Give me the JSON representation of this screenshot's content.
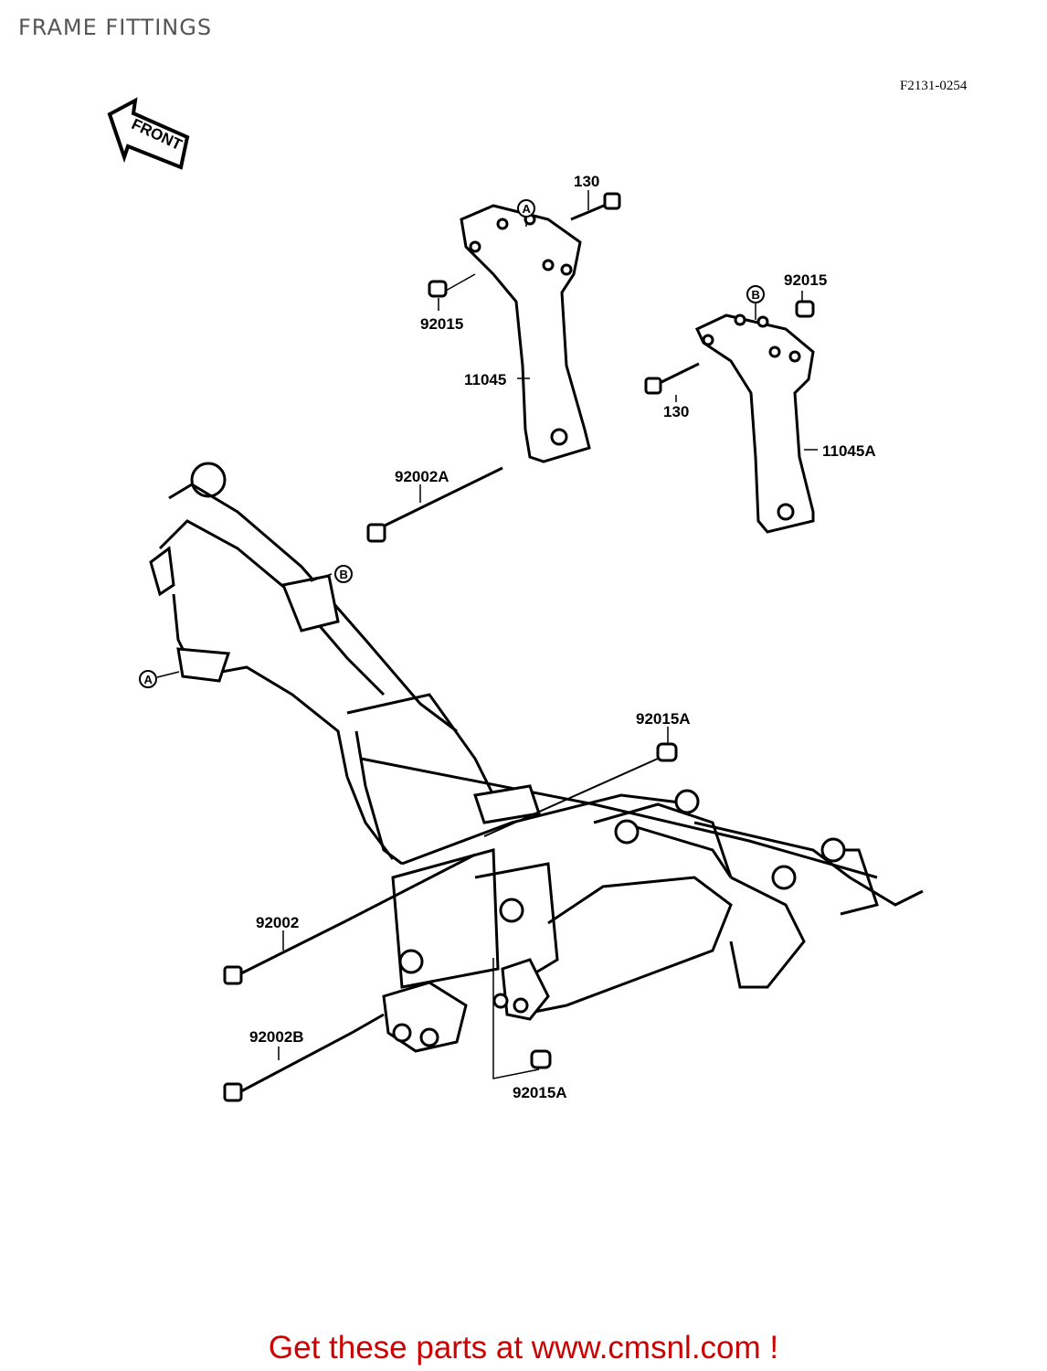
{
  "page": {
    "title": "FRAME FITTINGS",
    "diagram_code": "F2131-0254",
    "cta": "Get these parts at www.cmsnl.com !"
  },
  "front_arrow": {
    "label": "FRONT"
  },
  "callouts": {
    "a_top": "A",
    "b_top": "B",
    "b_frame": "B",
    "a_frame": "A"
  },
  "parts": {
    "p130_top": "130",
    "p92015_left": "92015",
    "p11045": "11045",
    "p92015_right": "92015",
    "p130_right": "130",
    "p11045A": "11045A",
    "p92002A": "92002A",
    "p92015A_upper": "92015A",
    "p92002": "92002",
    "p92002B": "92002B",
    "p92015A_lower": "92015A"
  },
  "colors": {
    "cta": "#cc0000",
    "title": "#555555",
    "line": "#000000"
  }
}
